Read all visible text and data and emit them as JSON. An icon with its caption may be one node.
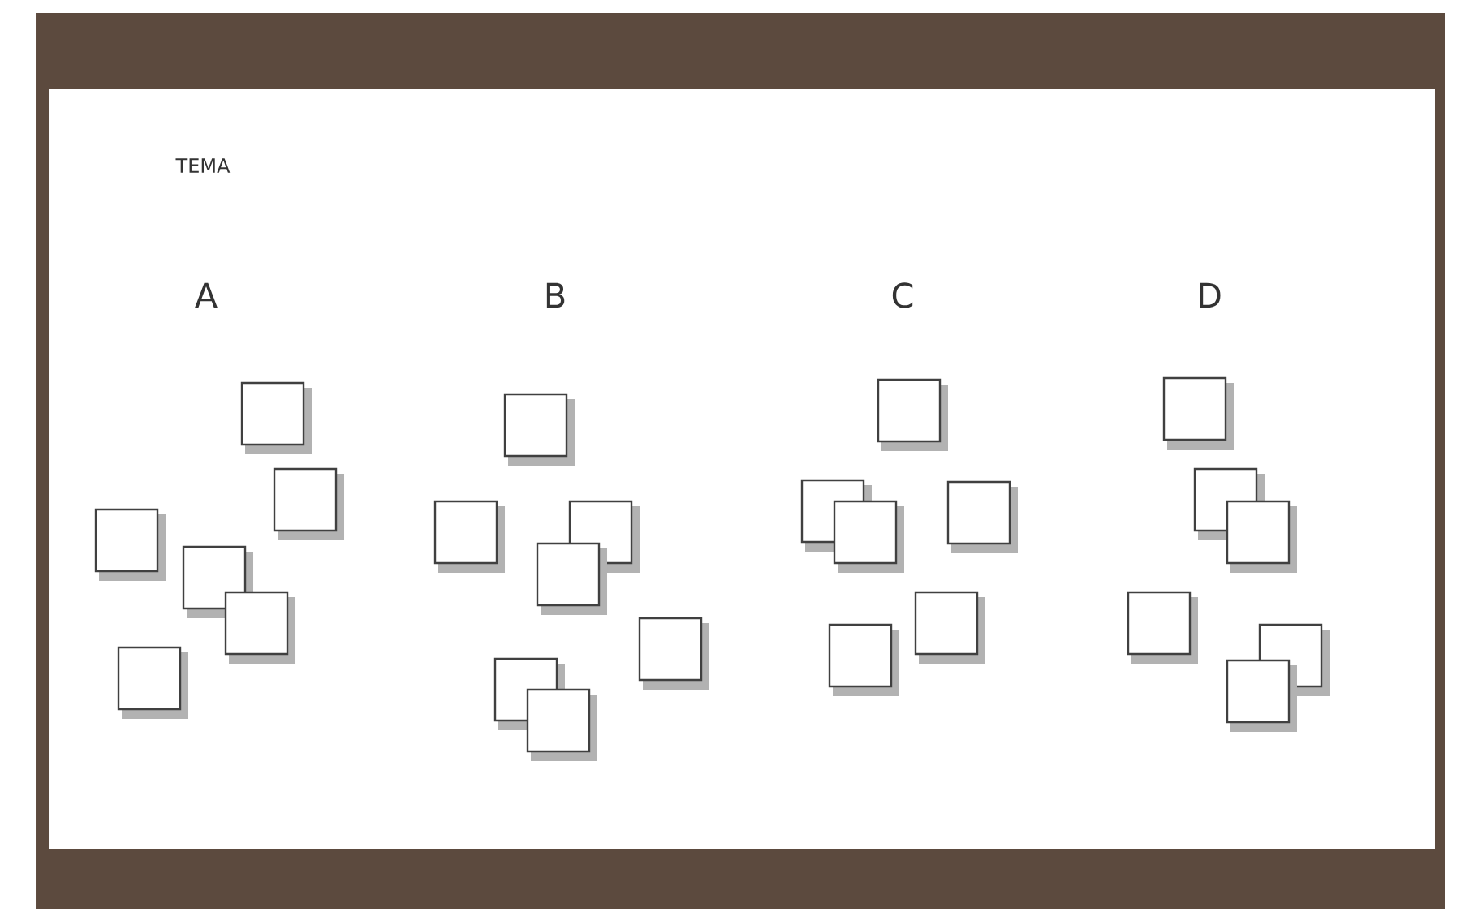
{
  "diagram": {
    "nodes": [
      {
        "text": [],
        "shape": "box"
      },
      {
        "text": [],
        "shape": "box"
      },
      {
        "text": [],
        "shape": "box"
      },
      {
        "text": [],
        "shape": "box"
      },
      {
        "text": [],
        "shape": "box"
      },
      {
        "text": [],
        "shape": "box"
      },
      {
        "text": [],
        "shape": "box"
      },
      {
        "text": [],
        "shape": "box"
      },
      {
        "text": [],
        "shape": "box"
      },
      {
        "text": [],
        "shape": "box"
      },
      {
        "text": [],
        "shape": "box"
      },
      {
        "text": [],
        "shape": "box"
      },
      {
        "text": [],
        "shape": "box"
      },
      {
        "text": [],
        "shape": "box"
      },
      {
        "text": [],
        "shape": "box"
      },
      {
        "text": [],
        "shape": "box"
      },
      {
        "text": [],
        "shape": "box"
      },
      {
        "text": [],
        "shape": "box"
      },
      {
        "text": [],
        "shape": "box"
      },
      {
        "text": [],
        "shape": "box"
      },
      {
        "text": [],
        "shape": "box"
      },
      {
        "text": [],
        "shape": "box"
      },
      {
        "text": [],
        "shape": "box"
      },
      {
        "text": [],
        "shape": "box"
      },
      {
        "text": [],
        "shape": "box"
      }
    ],
    "labels": [
      "TEMA",
      "A",
      "B",
      "C",
      "D"
    ]
  }
}
